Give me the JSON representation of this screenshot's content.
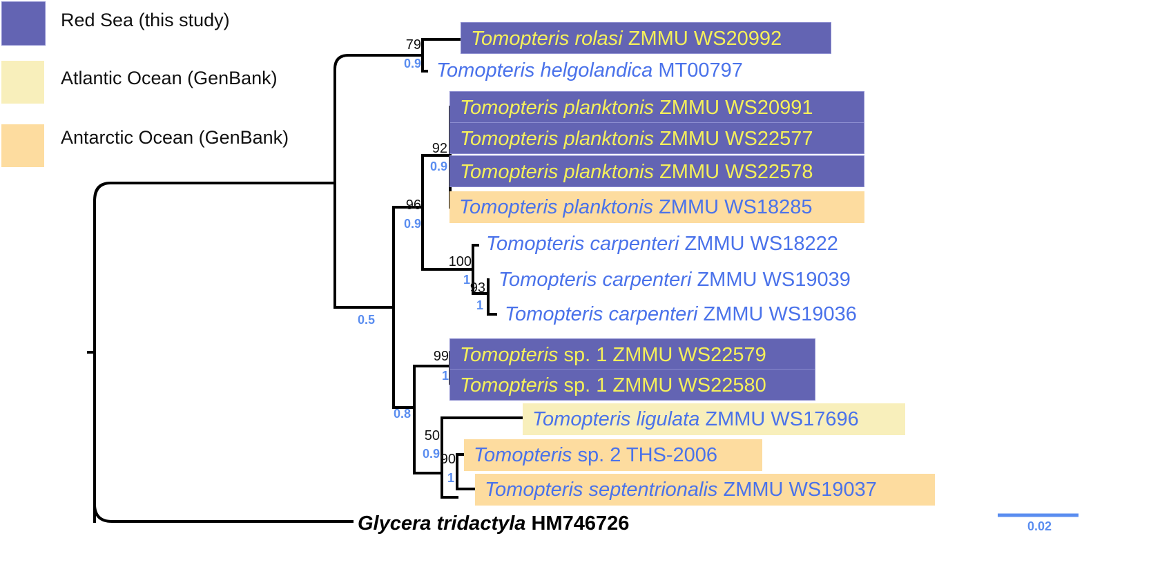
{
  "legend": [
    {
      "label": "Red Sea (this study)",
      "color": "#6364b3"
    },
    {
      "label": "Atlantic Ocean (GenBank)",
      "color": "#f8efbb"
    },
    {
      "label": "Antarctic Ocean (GenBank)",
      "color": "#fddc9f"
    }
  ],
  "tips": [
    {
      "genus": "Tomopteris",
      "species": "rolasi",
      "voucher": "ZMMU WS20992",
      "region": "red"
    },
    {
      "genus": "Tomopteris",
      "species": "helgolandica",
      "voucher": "MT00797",
      "region": "none"
    },
    {
      "genus": "Tomopteris",
      "species": "planktonis",
      "voucher": "ZMMU WS20991",
      "region": "red"
    },
    {
      "genus": "Tomopteris",
      "species": "planktonis",
      "voucher": "ZMMU WS22577",
      "region": "red"
    },
    {
      "genus": "Tomopteris",
      "species": "planktonis",
      "voucher": "ZMMU WS22578",
      "region": "red"
    },
    {
      "genus": "Tomopteris",
      "species": "planktonis",
      "voucher": "ZMMU WS18285",
      "region": "ant"
    },
    {
      "genus": "Tomopteris",
      "species": "carpenteri",
      "voucher": "ZMMU WS18222",
      "region": "none"
    },
    {
      "genus": "Tomopteris",
      "species": "carpenteri",
      "voucher": "ZMMU WS19039",
      "region": "none"
    },
    {
      "genus": "Tomopteris",
      "species": "carpenteri",
      "voucher": "ZMMU WS19036",
      "region": "none"
    },
    {
      "genus": "Tomopteris",
      "species": "",
      "rest": "sp. 1 ZMMU WS22579",
      "region": "red"
    },
    {
      "genus": "Tomopteris",
      "species": "",
      "rest": "sp. 1 ZMMU WS22580",
      "region": "red"
    },
    {
      "genus": "Tomopteris",
      "species": "ligulata",
      "voucher": "ZMMU WS17696",
      "region": "atl"
    },
    {
      "genus": "Tomopteris",
      "species": "",
      "rest": "sp. 2 THS-2006",
      "region": "ant"
    },
    {
      "genus": "Tomopteris",
      "species": "septentrionalis",
      "voucher": "ZMMU WS19037",
      "region": "ant"
    },
    {
      "genus": "Glycera",
      "species": "tridactyla",
      "voucher": "HM746726",
      "region": "outgroup"
    }
  ],
  "nodes": [
    {
      "id": "n79",
      "bootstrap": "79",
      "posterior": "0.9"
    },
    {
      "id": "n92",
      "bootstrap": "92",
      "posterior": "0.9"
    },
    {
      "id": "n96",
      "bootstrap": "96",
      "posterior": "0.9"
    },
    {
      "id": "n100",
      "bootstrap": "100",
      "posterior": "1"
    },
    {
      "id": "n93",
      "bootstrap": "93",
      "posterior": "1"
    },
    {
      "id": "n05",
      "bootstrap": "",
      "posterior": "0.5"
    },
    {
      "id": "n99",
      "bootstrap": "99",
      "posterior": "1"
    },
    {
      "id": "n08",
      "bootstrap": "",
      "posterior": "0.8"
    },
    {
      "id": "n50",
      "bootstrap": "50",
      "posterior": "0.9"
    },
    {
      "id": "n90",
      "bootstrap": "90",
      "posterior": "1"
    }
  ],
  "scale_bar": {
    "label": "0.02",
    "color": "#5a8df0"
  },
  "colors": {
    "branch": "#000000",
    "tip_text_blue": "#4a72ea",
    "tip_text_yellow": "#f5f05a"
  }
}
